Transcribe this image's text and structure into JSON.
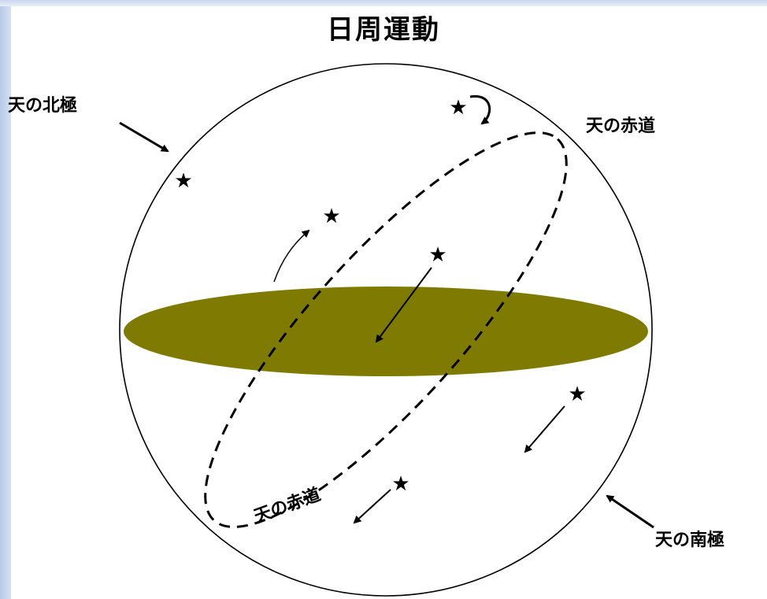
{
  "title": "日周運動",
  "labels": {
    "north_pole": "天の北極",
    "equator_upper": "天の赤道",
    "equator_lower": "天の赤道",
    "south_pole": "天の南極"
  },
  "colors": {
    "horizon_fill": "#7f7a02",
    "line": "#000000",
    "background": "#ffffff"
  },
  "icons": [
    "star-icon",
    "arrow-icon"
  ]
}
